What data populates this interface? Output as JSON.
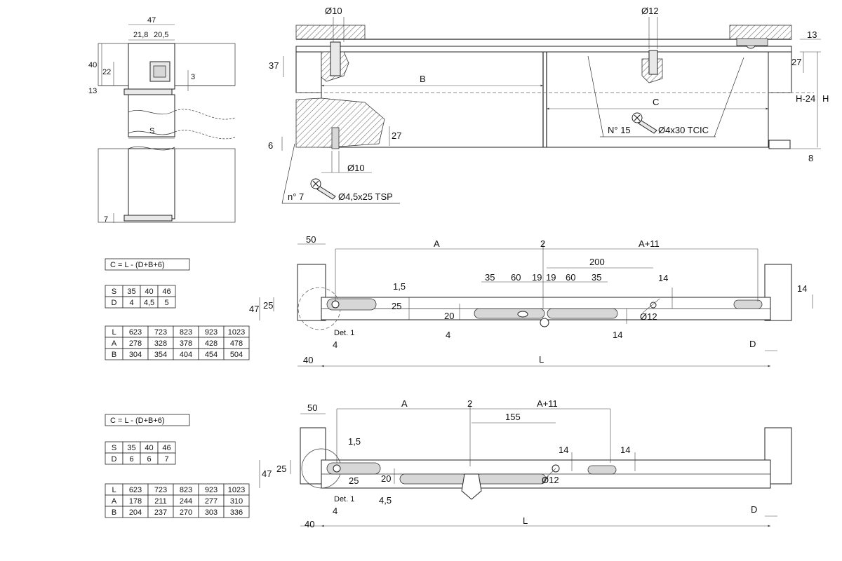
{
  "top_left_section": {
    "dims": {
      "w47": "47",
      "w21_8": "21,8",
      "w20_5": "20,5",
      "h40": "40",
      "h22": "22",
      "h13": "13",
      "h3": "3",
      "s": "S",
      "h7": "7"
    }
  },
  "top_right_section": {
    "dims": {
      "d10_top": "Ø10",
      "d12_top": "Ø12",
      "h37": "37",
      "b": "B",
      "c": "C",
      "h13": "13",
      "h27r": "27",
      "h24": "H-24",
      "h": "H",
      "h8": "8",
      "h27l": "27",
      "h6": "6",
      "d10_bot": "Ø10"
    },
    "screw1": {
      "count": "n° 7",
      "spec": "Ø4,5x25 TSP"
    },
    "screw2": {
      "count": "N° 15",
      "spec": "Ø4x30 TCIC"
    }
  },
  "middle_section": {
    "formula": "C = L - (D+B+6)",
    "sd_table": {
      "rows": [
        [
          "S",
          "35",
          "40",
          "46"
        ],
        [
          "D",
          "4",
          "4,5",
          "5"
        ]
      ]
    },
    "lab_table": {
      "rows": [
        [
          "L",
          "623",
          "723",
          "823",
          "923",
          "1023"
        ],
        [
          "A",
          "278",
          "328",
          "378",
          "428",
          "478"
        ],
        [
          "B",
          "304",
          "354",
          "404",
          "454",
          "504"
        ]
      ]
    },
    "dims": {
      "d50": "50",
      "a": "A",
      "d2": "2",
      "a11": "A+11",
      "d200": "200",
      "d1_5": "1,5",
      "d35a": "35",
      "d60a": "60",
      "d19a": "19",
      "d19b": "19",
      "d60b": "60",
      "d35b": "35",
      "d14a": "14",
      "d14b": "14",
      "d47": "47",
      "d25a": "25",
      "d25b": "25",
      "d20": "20",
      "d4a": "4",
      "d12": "Ø12",
      "d14c": "14",
      "det": "Det. 1",
      "d4b": "4",
      "d": "D",
      "d40": "40",
      "l": "L"
    }
  },
  "bottom_section": {
    "formula": "C = L - (D+B+6)",
    "sd_table": {
      "rows": [
        [
          "S",
          "35",
          "40",
          "46"
        ],
        [
          "D",
          "6",
          "6",
          "7"
        ]
      ]
    },
    "lab_table": {
      "rows": [
        [
          "L",
          "623",
          "723",
          "823",
          "923",
          "1023"
        ],
        [
          "A",
          "178",
          "211",
          "244",
          "277",
          "310"
        ],
        [
          "B",
          "204",
          "237",
          "270",
          "303",
          "336"
        ]
      ]
    },
    "dims": {
      "d50": "50",
      "a": "A",
      "d2": "2",
      "a11": "A+11",
      "d155": "155",
      "d1_5": "1,5",
      "d14a": "14",
      "d14b": "14",
      "d47": "47",
      "d25a": "25",
      "d25b": "25",
      "d20": "20",
      "d12": "Ø12",
      "det": "Det. 1",
      "d4_5": "4,5",
      "d4": "4",
      "d": "D",
      "d40": "40",
      "l": "L"
    }
  }
}
